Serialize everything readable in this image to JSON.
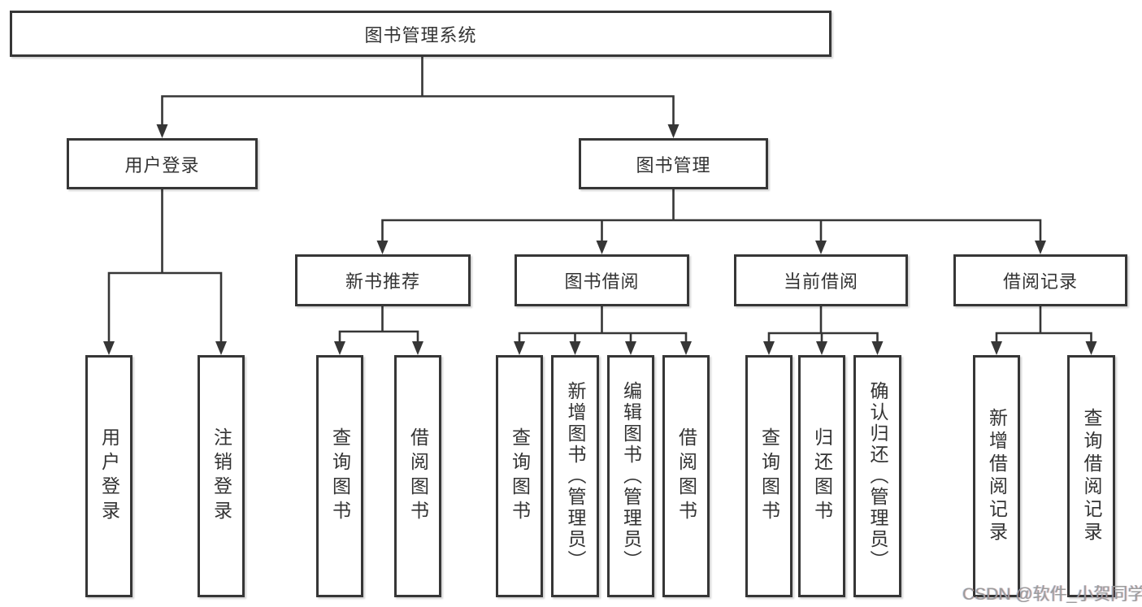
{
  "diagram": {
    "root": {
      "label": "图书管理系统"
    },
    "children": [
      {
        "label": "用户登录",
        "children": [
          {
            "label": "用户登录"
          },
          {
            "label": "注销登录"
          }
        ]
      },
      {
        "label": "图书管理",
        "children": [
          {
            "label": "新书推荐",
            "children": [
              {
                "label": "查询图书"
              },
              {
                "label": "借阅图书"
              }
            ]
          },
          {
            "label": "图书借阅",
            "children": [
              {
                "label": "查询图书"
              },
              {
                "label": "新增图书（管理员）"
              },
              {
                "label": "编辑图书（管理员）"
              },
              {
                "label": "借阅图书"
              }
            ]
          },
          {
            "label": "当前借阅",
            "children": [
              {
                "label": "查询图书"
              },
              {
                "label": "归还图书"
              },
              {
                "label": "确认归还（管理员）"
              }
            ]
          },
          {
            "label": "借阅记录",
            "children": [
              {
                "label": "新增借阅记录"
              },
              {
                "label": "查询借阅记录"
              }
            ]
          }
        ]
      }
    ]
  },
  "watermark": {
    "text": "CSDN @软件_小贺同学"
  },
  "colors": {
    "line": "#363636",
    "box_border": "#363636",
    "text": "#333333",
    "watermark": "#9b9b9b",
    "background": "#ffffff"
  }
}
